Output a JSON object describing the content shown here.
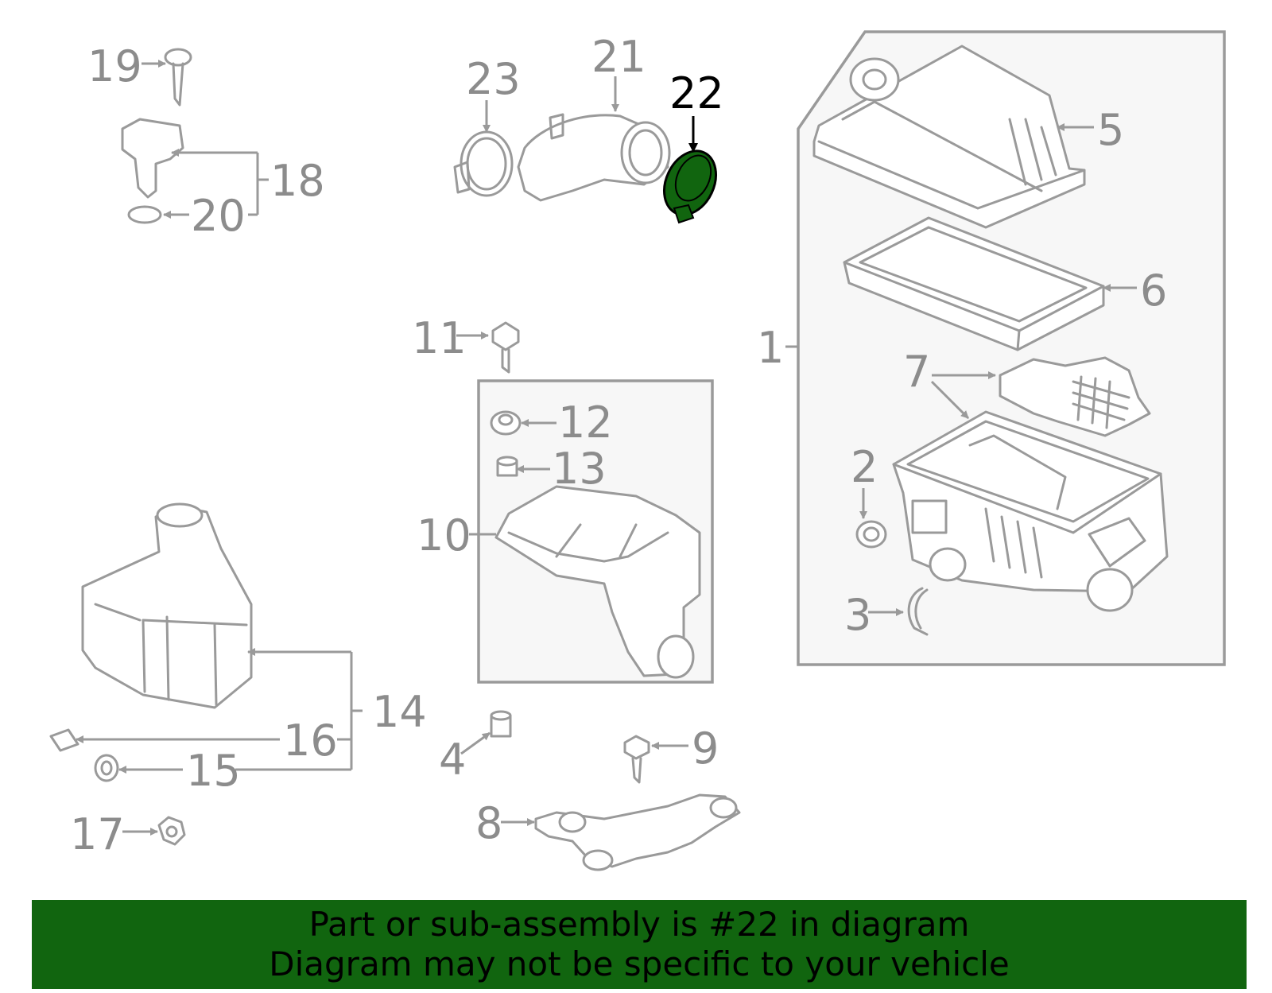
{
  "highlight_color": "#11650f",
  "callouts": {
    "c1": "1",
    "c2": "2",
    "c3": "3",
    "c4": "4",
    "c5": "5",
    "c6": "6",
    "c7": "7",
    "c8": "8",
    "c9": "9",
    "c10": "10",
    "c11": "11",
    "c12": "12",
    "c13": "13",
    "c14": "14",
    "c15": "15",
    "c16": "16",
    "c17": "17",
    "c18": "18",
    "c19": "19",
    "c20": "20",
    "c21": "21",
    "c22": "22",
    "c23": "23"
  },
  "banner": {
    "line1": "Part or sub-assembly is #22 in diagram",
    "line2": "Diagram may not be specific to your vehicle"
  }
}
